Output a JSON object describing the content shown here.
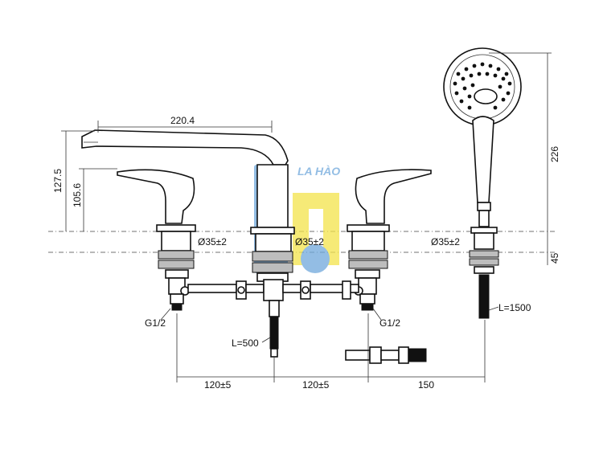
{
  "dimensions": {
    "spout_length": "220.4",
    "height_spout": "127.5",
    "height_handle": "105.6",
    "handshower_height": "226",
    "deck_thickness": "45",
    "hole_left": "Ø35±2",
    "hole_center": "Ø35±2",
    "hole_right": "Ø35±2",
    "thread_left": "G1/2",
    "thread_right": "G1/2",
    "hose_center": "L=500",
    "hose_shower": "L=1500",
    "spacing_left": "120±5",
    "spacing_right": "120±5",
    "spacing_shower": "150"
  },
  "watermark": {
    "text": "LA HÀO",
    "colors": {
      "blue": "#6fa8dc",
      "yellow": "#f4e34a"
    }
  },
  "colors": {
    "line": "#111111",
    "fill": "#ffffff"
  }
}
